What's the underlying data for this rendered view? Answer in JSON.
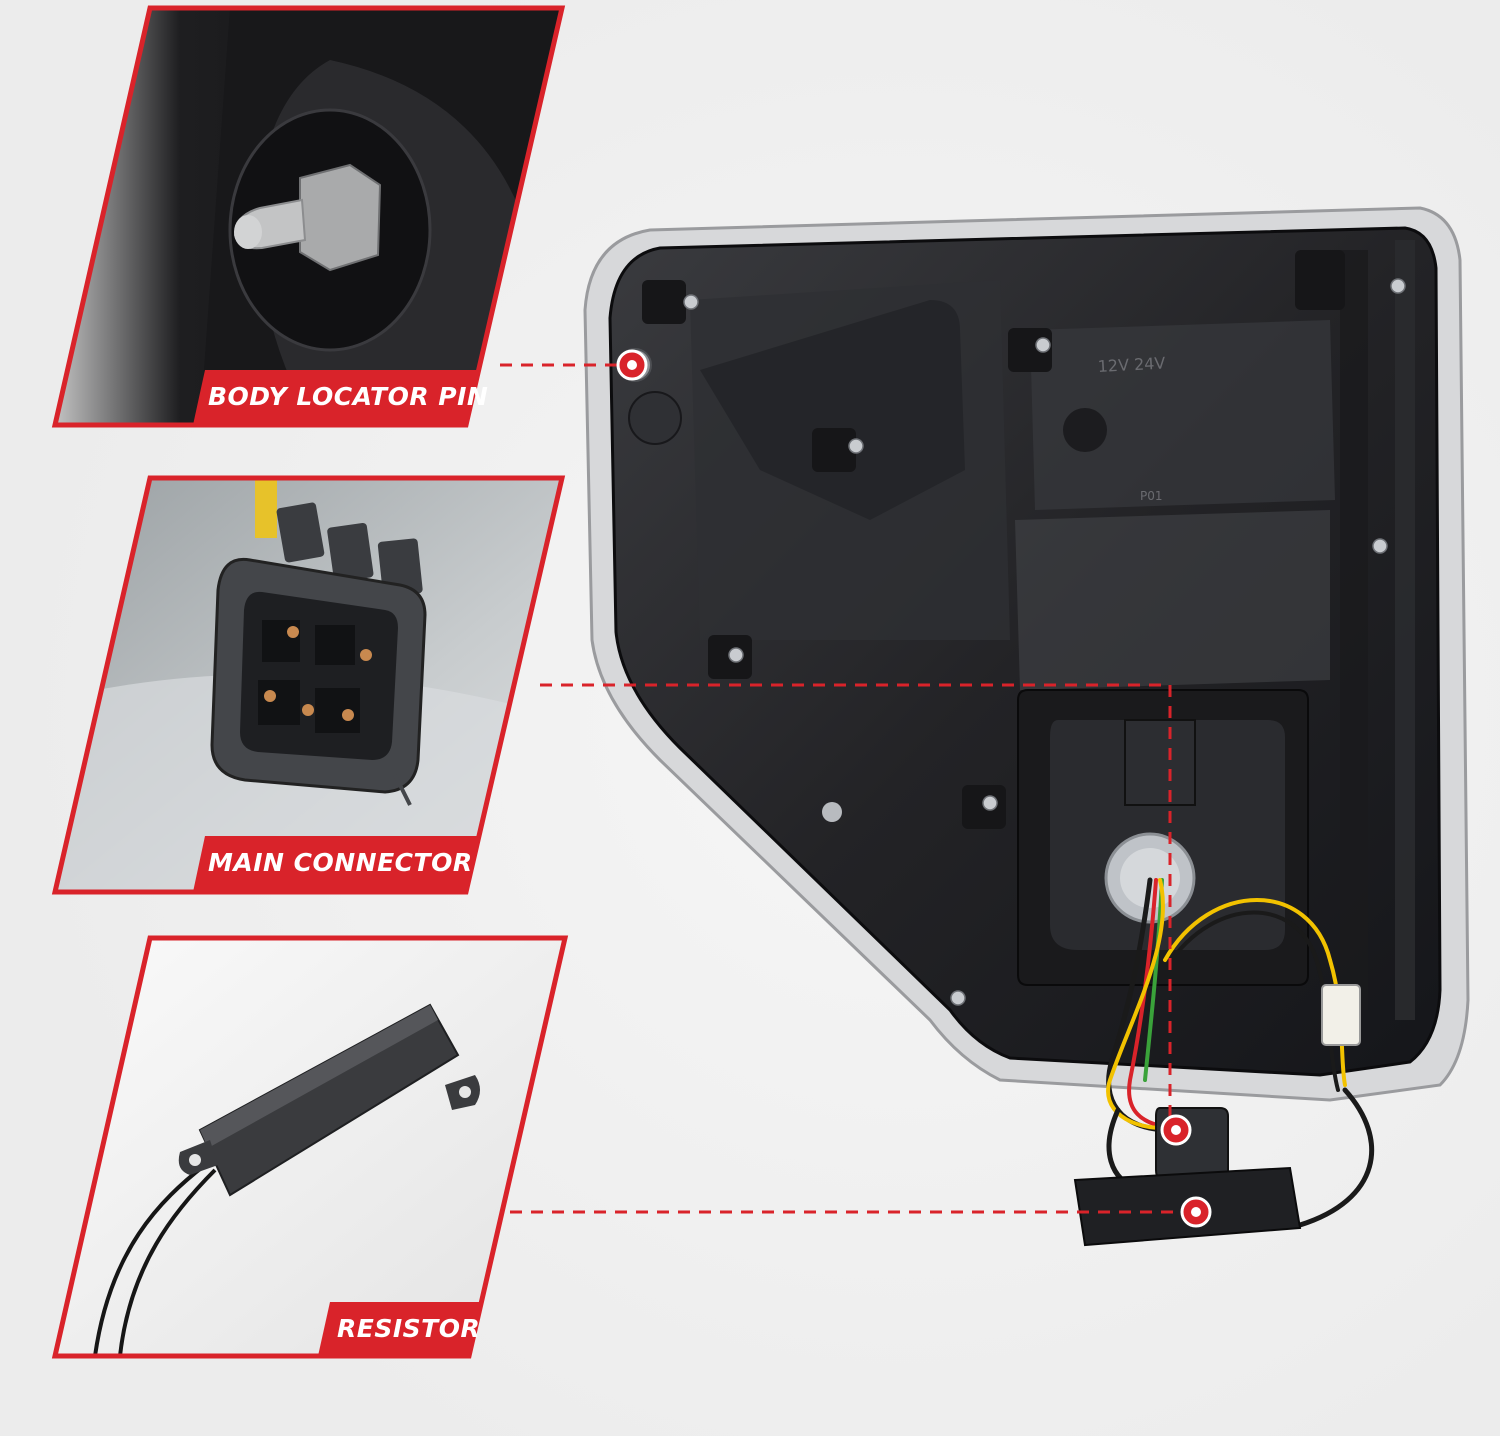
{
  "labels": {
    "body_locator_pin": "BODY LOCATOR PIN",
    "main_connector": "MAIN  CONNECTOR",
    "resistor": "RESISTOR"
  },
  "housing_text": {
    "voltage_mark": "12V 24V",
    "part_mark": "P01"
  },
  "colors": {
    "accent_red": "#d9232a",
    "housing_dark": "#2b2b2e",
    "panel_bg": "#f3f3f3",
    "wire_yellow": "#f2c200",
    "wire_red": "#d9232a",
    "wire_green": "#3aa23a",
    "wire_black": "#1a1a1a"
  }
}
